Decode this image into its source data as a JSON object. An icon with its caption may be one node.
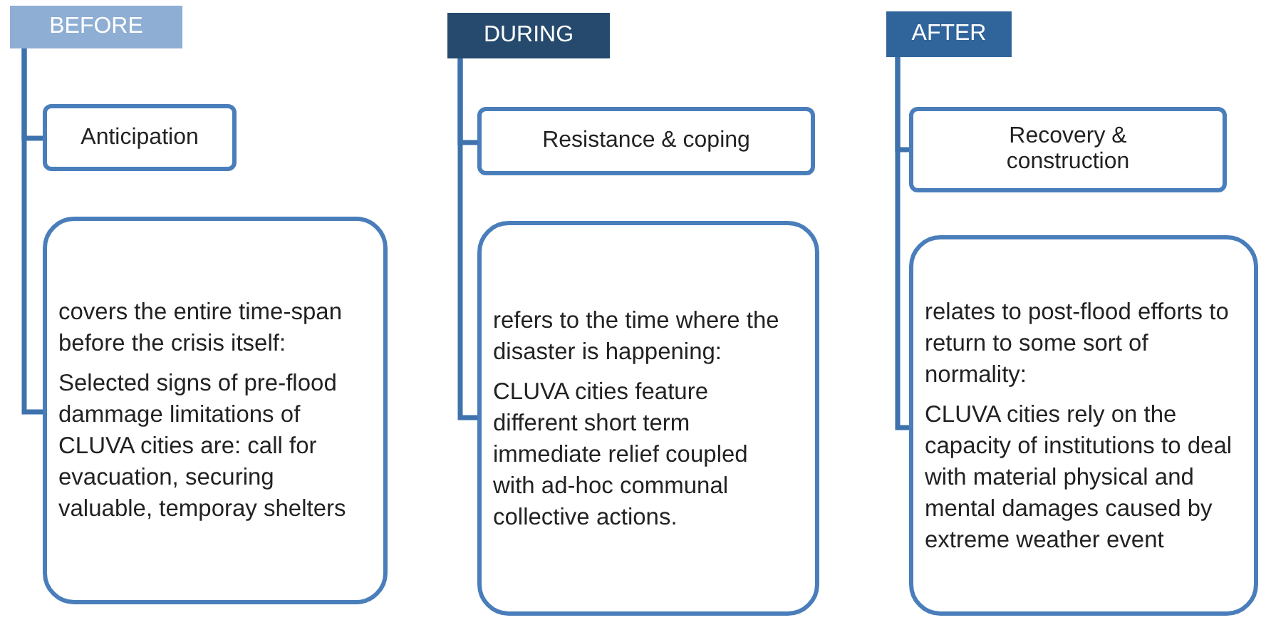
{
  "diagram": {
    "nodes": [
      {
        "text": [
          "BEFORE"
        ]
      },
      {
        "text": [
          "Anticipation"
        ]
      },
      {
        "text": [
          "covers the entire time-span before the crisis itself:",
          "Selected signs of pre-flood dammage limitations of CLUVA cities are:  call for evacuation, securing valuable, temporay shelters"
        ]
      },
      {
        "text": [
          "DURING"
        ]
      },
      {
        "text": [
          "Resistance & coping"
        ]
      },
      {
        "text": [
          "refers to the time where the disaster is happening:",
          "CLUVA cities feature different short term immediate relief coupled with ad-hoc communal collective actions."
        ]
      },
      {
        "text": [
          "AFTER"
        ]
      },
      {
        "text": [
          "Recovery & construction"
        ]
      },
      {
        "text": [
          "relates to post-flood efforts to return to some sort of normality:",
          "CLUVA cities rely on the capacity of institutions to deal with material physical and mental damages caused by extreme weather event"
        ]
      }
    ],
    "edges": [
      {
        "from": 0,
        "to": 1,
        "arrow": "none"
      },
      {
        "from": 0,
        "to": 2,
        "arrow": "none"
      },
      {
        "from": 3,
        "to": 4,
        "arrow": "none"
      },
      {
        "from": 3,
        "to": 5,
        "arrow": "none"
      },
      {
        "from": 6,
        "to": 7,
        "arrow": "none"
      },
      {
        "from": 6,
        "to": 8,
        "arrow": "none"
      }
    ]
  }
}
